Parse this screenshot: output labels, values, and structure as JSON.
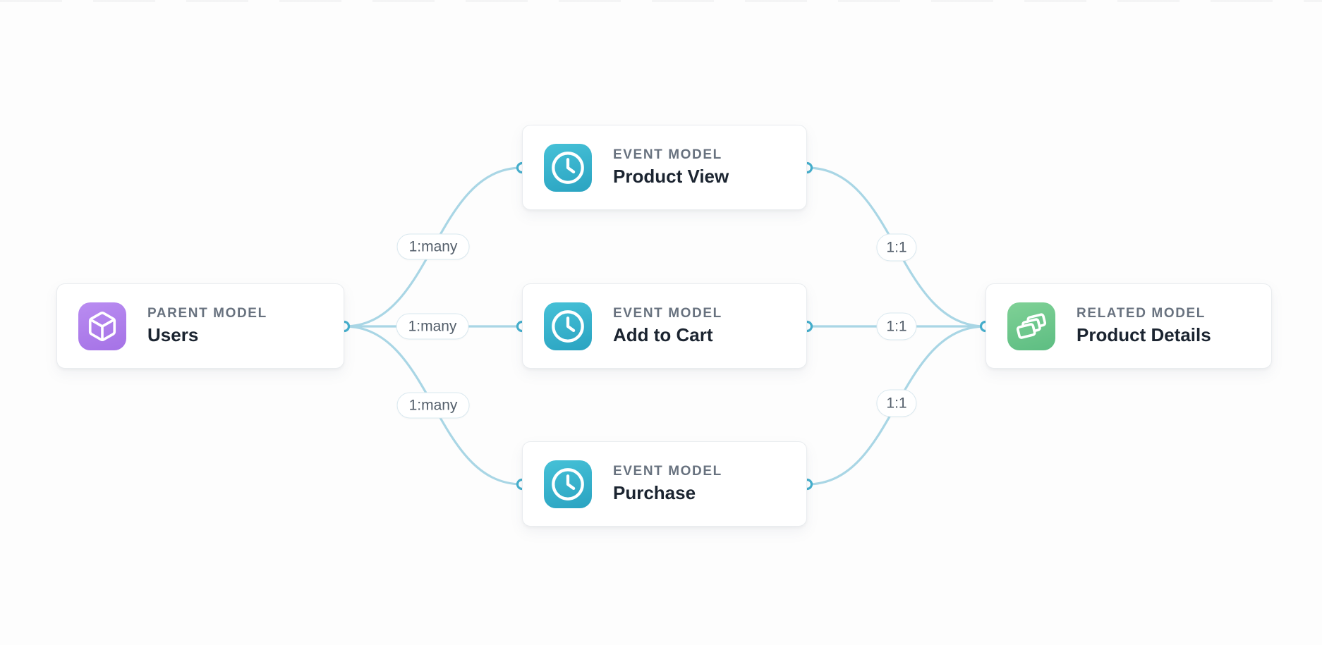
{
  "colors": {
    "canvas-bg": "#fdfdfd",
    "edge": "#a9d6e5",
    "port-ring": "#45afcd",
    "card-border": "#e9ecef",
    "kind-text": "#68727f",
    "title-text": "#1b2430",
    "pill-border": "#d9e8ef",
    "pill-text": "#545f6b",
    "parent-icon-top": "#b98cf1",
    "parent-icon-bottom": "#a572e6",
    "event-icon-top": "#46c1d7",
    "event-icon-bottom": "#2aa3c1",
    "related-icon-top": "#7fd196",
    "related-icon-bottom": "#5dbd82",
    "related-icon-fill": "#6fc88d"
  },
  "nodes": [
    {
      "kind": "PARENT MODEL",
      "title": "Users",
      "icon": "cube-icon"
    },
    {
      "kind": "EVENT MODEL",
      "title": "Product View",
      "icon": "clock-icon"
    },
    {
      "kind": "EVENT MODEL",
      "title": "Add to Cart",
      "icon": "clock-icon"
    },
    {
      "kind": "EVENT MODEL",
      "title": "Purchase",
      "icon": "clock-icon"
    },
    {
      "kind": "RELATED MODEL",
      "title": "Product Details",
      "icon": "layers-icon"
    }
  ],
  "edge_labels": [
    {
      "label": "1:many"
    },
    {
      "label": "1:many"
    },
    {
      "label": "1:many"
    },
    {
      "label": "1:1"
    },
    {
      "label": "1:1"
    },
    {
      "label": "1:1"
    }
  ]
}
